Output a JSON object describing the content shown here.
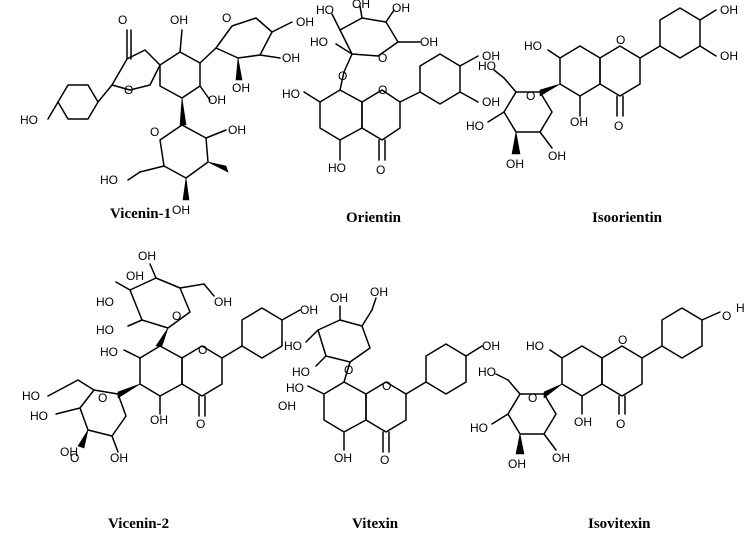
{
  "compounds": [
    {
      "name": "Vicenin-1",
      "labels": [
        "O",
        "OH",
        "O",
        "OH",
        "OH",
        "OH",
        "HO",
        "O",
        "O",
        "OH",
        "HO",
        "OH",
        "OH"
      ]
    },
    {
      "name": "Orientin",
      "labels": [
        "HO",
        "OH",
        "OH",
        "HO",
        "O",
        "O",
        "O",
        "OH",
        "HO",
        "OH",
        "HO",
        "OH",
        "O"
      ]
    },
    {
      "name": "Isoorientin",
      "labels": [
        "OH",
        "OH",
        "HO",
        "O",
        "HO",
        "O",
        "OH",
        "HO",
        "OH",
        "OH",
        "O"
      ]
    },
    {
      "name": "Vicenin-2",
      "labels": [
        "HO",
        "OH",
        "OH",
        "O",
        "OH",
        "HO",
        "OH",
        "HO",
        "O",
        "O",
        "HO",
        "O",
        "OH",
        "HO",
        "OH",
        "OH",
        "O"
      ]
    },
    {
      "name": "Vitexin",
      "labels": [
        "OH",
        "OH",
        "HO",
        "O",
        "HO",
        "OH",
        "HO",
        "O",
        "OH",
        "OH",
        "O"
      ]
    },
    {
      "name": "Isovitexin",
      "labels": [
        "H",
        "O",
        "HO",
        "O",
        "HO",
        "O",
        "HO",
        "OH",
        "OH",
        "OH",
        "O"
      ]
    }
  ]
}
